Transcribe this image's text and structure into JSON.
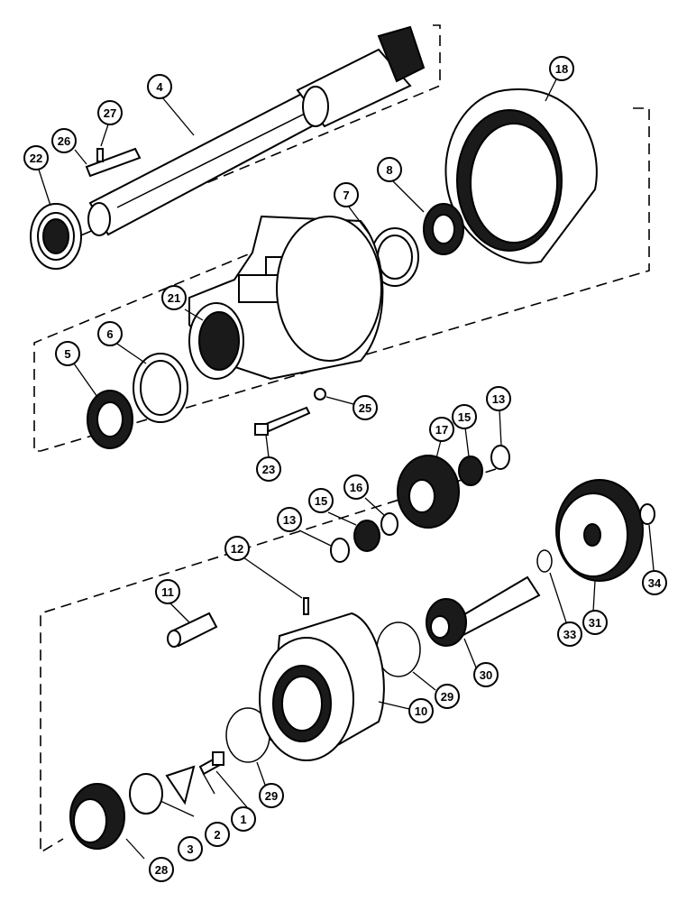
{
  "callouts": [
    {
      "id": "c1",
      "label": "1"
    },
    {
      "id": "c2",
      "label": "2"
    },
    {
      "id": "c3",
      "label": "3"
    },
    {
      "id": "c4",
      "label": "4"
    },
    {
      "id": "c5",
      "label": "5"
    },
    {
      "id": "c6",
      "label": "6"
    },
    {
      "id": "c7",
      "label": "7"
    },
    {
      "id": "c8",
      "label": "8"
    },
    {
      "id": "c10",
      "label": "10"
    },
    {
      "id": "c11",
      "label": "11"
    },
    {
      "id": "c12",
      "label": "12"
    },
    {
      "id": "c13a",
      "label": "13"
    },
    {
      "id": "c13b",
      "label": "13"
    },
    {
      "id": "c15a",
      "label": "15"
    },
    {
      "id": "c15b",
      "label": "15"
    },
    {
      "id": "c16",
      "label": "16"
    },
    {
      "id": "c17",
      "label": "17"
    },
    {
      "id": "c18",
      "label": "18"
    },
    {
      "id": "c21",
      "label": "21"
    },
    {
      "id": "c22",
      "label": "22"
    },
    {
      "id": "c23",
      "label": "23"
    },
    {
      "id": "c25",
      "label": "25"
    },
    {
      "id": "c26",
      "label": "26"
    },
    {
      "id": "c27",
      "label": "27"
    },
    {
      "id": "c28",
      "label": "28"
    },
    {
      "id": "c29a",
      "label": "29"
    },
    {
      "id": "c29b",
      "label": "29"
    },
    {
      "id": "c30",
      "label": "30"
    },
    {
      "id": "c31",
      "label": "31"
    },
    {
      "id": "c33",
      "label": "33"
    },
    {
      "id": "c34",
      "label": "34"
    }
  ]
}
